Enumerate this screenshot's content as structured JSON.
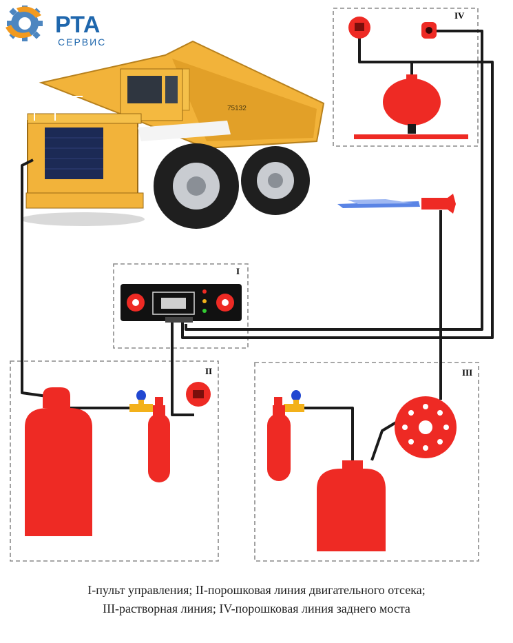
{
  "logo": {
    "name": "РТА",
    "subtitle": "СЕРВИС",
    "colors": {
      "blue": "#1f67ad",
      "gear": "#4d86c0",
      "orange": "#f29a1f"
    }
  },
  "truck": {
    "model_label": "75132",
    "body_color": "#f2b33a"
  },
  "zones": [
    {
      "id": "zone-1",
      "label": "I"
    },
    {
      "id": "zone-2",
      "label": "II"
    },
    {
      "id": "zone-3",
      "label": "III"
    },
    {
      "id": "zone-4",
      "label": "IV"
    }
  ],
  "colors": {
    "equipment_red": "#ee2a24",
    "pipe": "#1a1a1a",
    "valve_yellow": "#f3b11a",
    "valve_blue": "#2147d1",
    "panel": "#111111",
    "dashed_border": "#8a8a8a",
    "spray_blue": "#3d6fe0"
  },
  "caption": {
    "line1": "I-пульт управления; II-порошковая линия двигательного отсека;",
    "line2": "III-растворная линия; IV-порошковая линия заднего моста"
  }
}
